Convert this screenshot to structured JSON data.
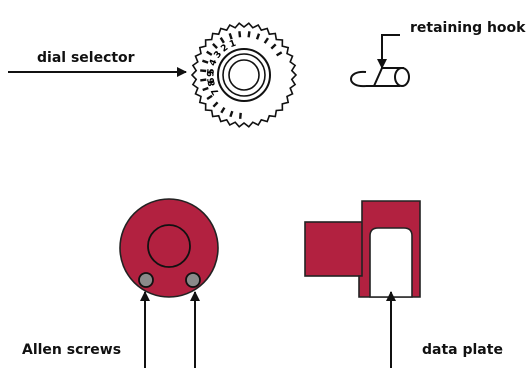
{
  "labels": {
    "dial_selector": "dial selector",
    "retaining_hook": "retaining hook",
    "allen_screws": "Allen screws",
    "data_plate": "data plate"
  },
  "dial_numbers_top": [
    "1",
    "2",
    "3",
    "4",
    "5",
    "6"
  ],
  "dial_numbers_bottom": [
    "7",
    "8",
    "9"
  ],
  "colors": {
    "part_fill": "#b22140",
    "part_stroke": "#222222",
    "screw_fill": "#8a8a8a",
    "line": "#111111"
  }
}
